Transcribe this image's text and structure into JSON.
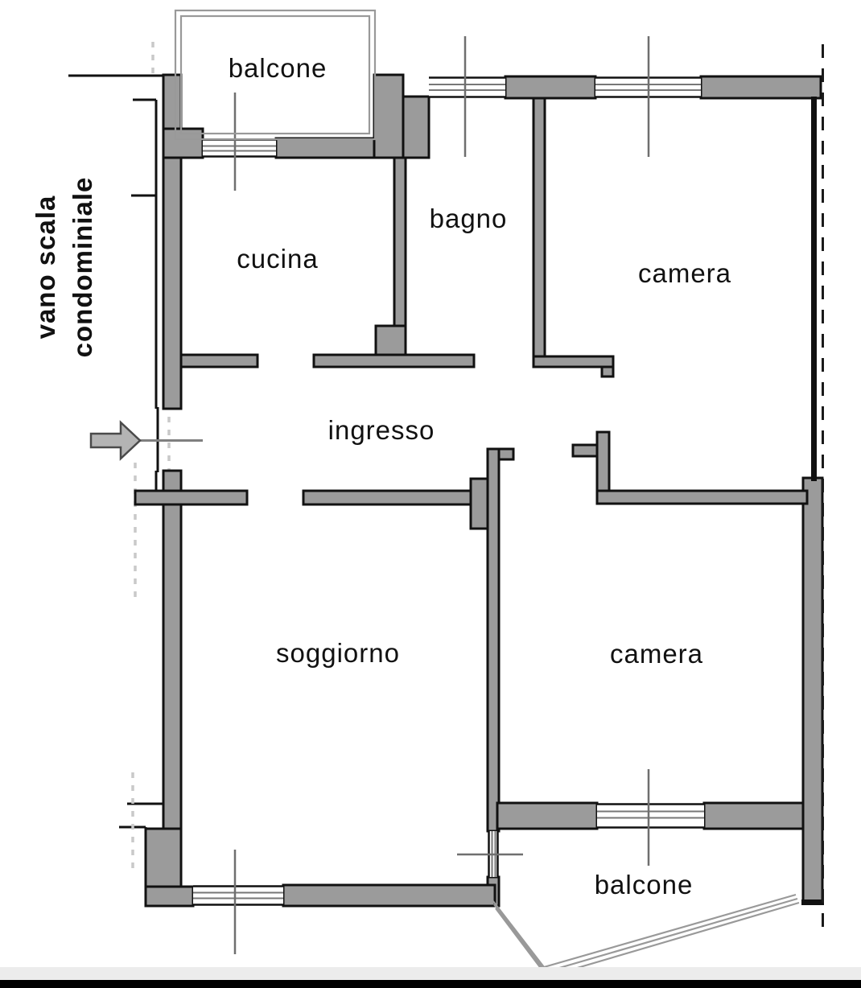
{
  "plan": {
    "title": "apartment floor plan",
    "rooms": [
      {
        "id": "balcone-top",
        "label": "balcone"
      },
      {
        "id": "cucina",
        "label": "cucina"
      },
      {
        "id": "bagno",
        "label": "bagno"
      },
      {
        "id": "camera-top",
        "label": "camera"
      },
      {
        "id": "ingresso",
        "label": "ingresso"
      },
      {
        "id": "soggiorno",
        "label": "soggiorno"
      },
      {
        "id": "camera-bottom",
        "label": "camera"
      },
      {
        "id": "balcone-bottom",
        "label": "balcone"
      }
    ],
    "stairwell": {
      "line1": "vano scala",
      "line2": "condominiale"
    },
    "colors": {
      "wall_fill": "#9b9b9b",
      "wall_outline": "#111111",
      "window_glass_line": "#777777",
      "railing": "#999999",
      "entrance_arrow_fill": "#b4b4b4",
      "boundary_dash": "#1a1a1a",
      "label_text": "#111111",
      "bottom_bar": "#000000"
    }
  }
}
